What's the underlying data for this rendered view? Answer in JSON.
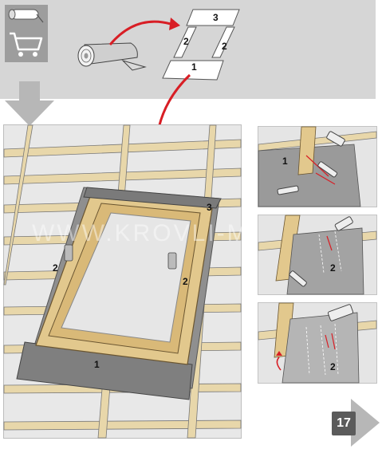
{
  "overview": {
    "strip_labels": [
      "3",
      "2",
      "2",
      "1"
    ]
  },
  "main": {
    "labels": {
      "top": "3",
      "left": "2",
      "right": "2",
      "bottom": "1"
    }
  },
  "details": [
    {
      "label": "1"
    },
    {
      "label": "2"
    },
    {
      "label": "2"
    }
  ],
  "watermark": "WWW.KROVLI-MIRU",
  "page_number": "17",
  "colors": {
    "arrow_red": "#d81e25",
    "membrane": "#9a9a9a",
    "membrane_dark": "#6f6f6f",
    "timber": "#e8d7aa",
    "frame_wood": "#e2c88d",
    "glass": "#e6e6e6",
    "panel_grey": "#d6d6d6",
    "icon_grey": "#9d9d9d",
    "badge": "#5b5b5b"
  }
}
